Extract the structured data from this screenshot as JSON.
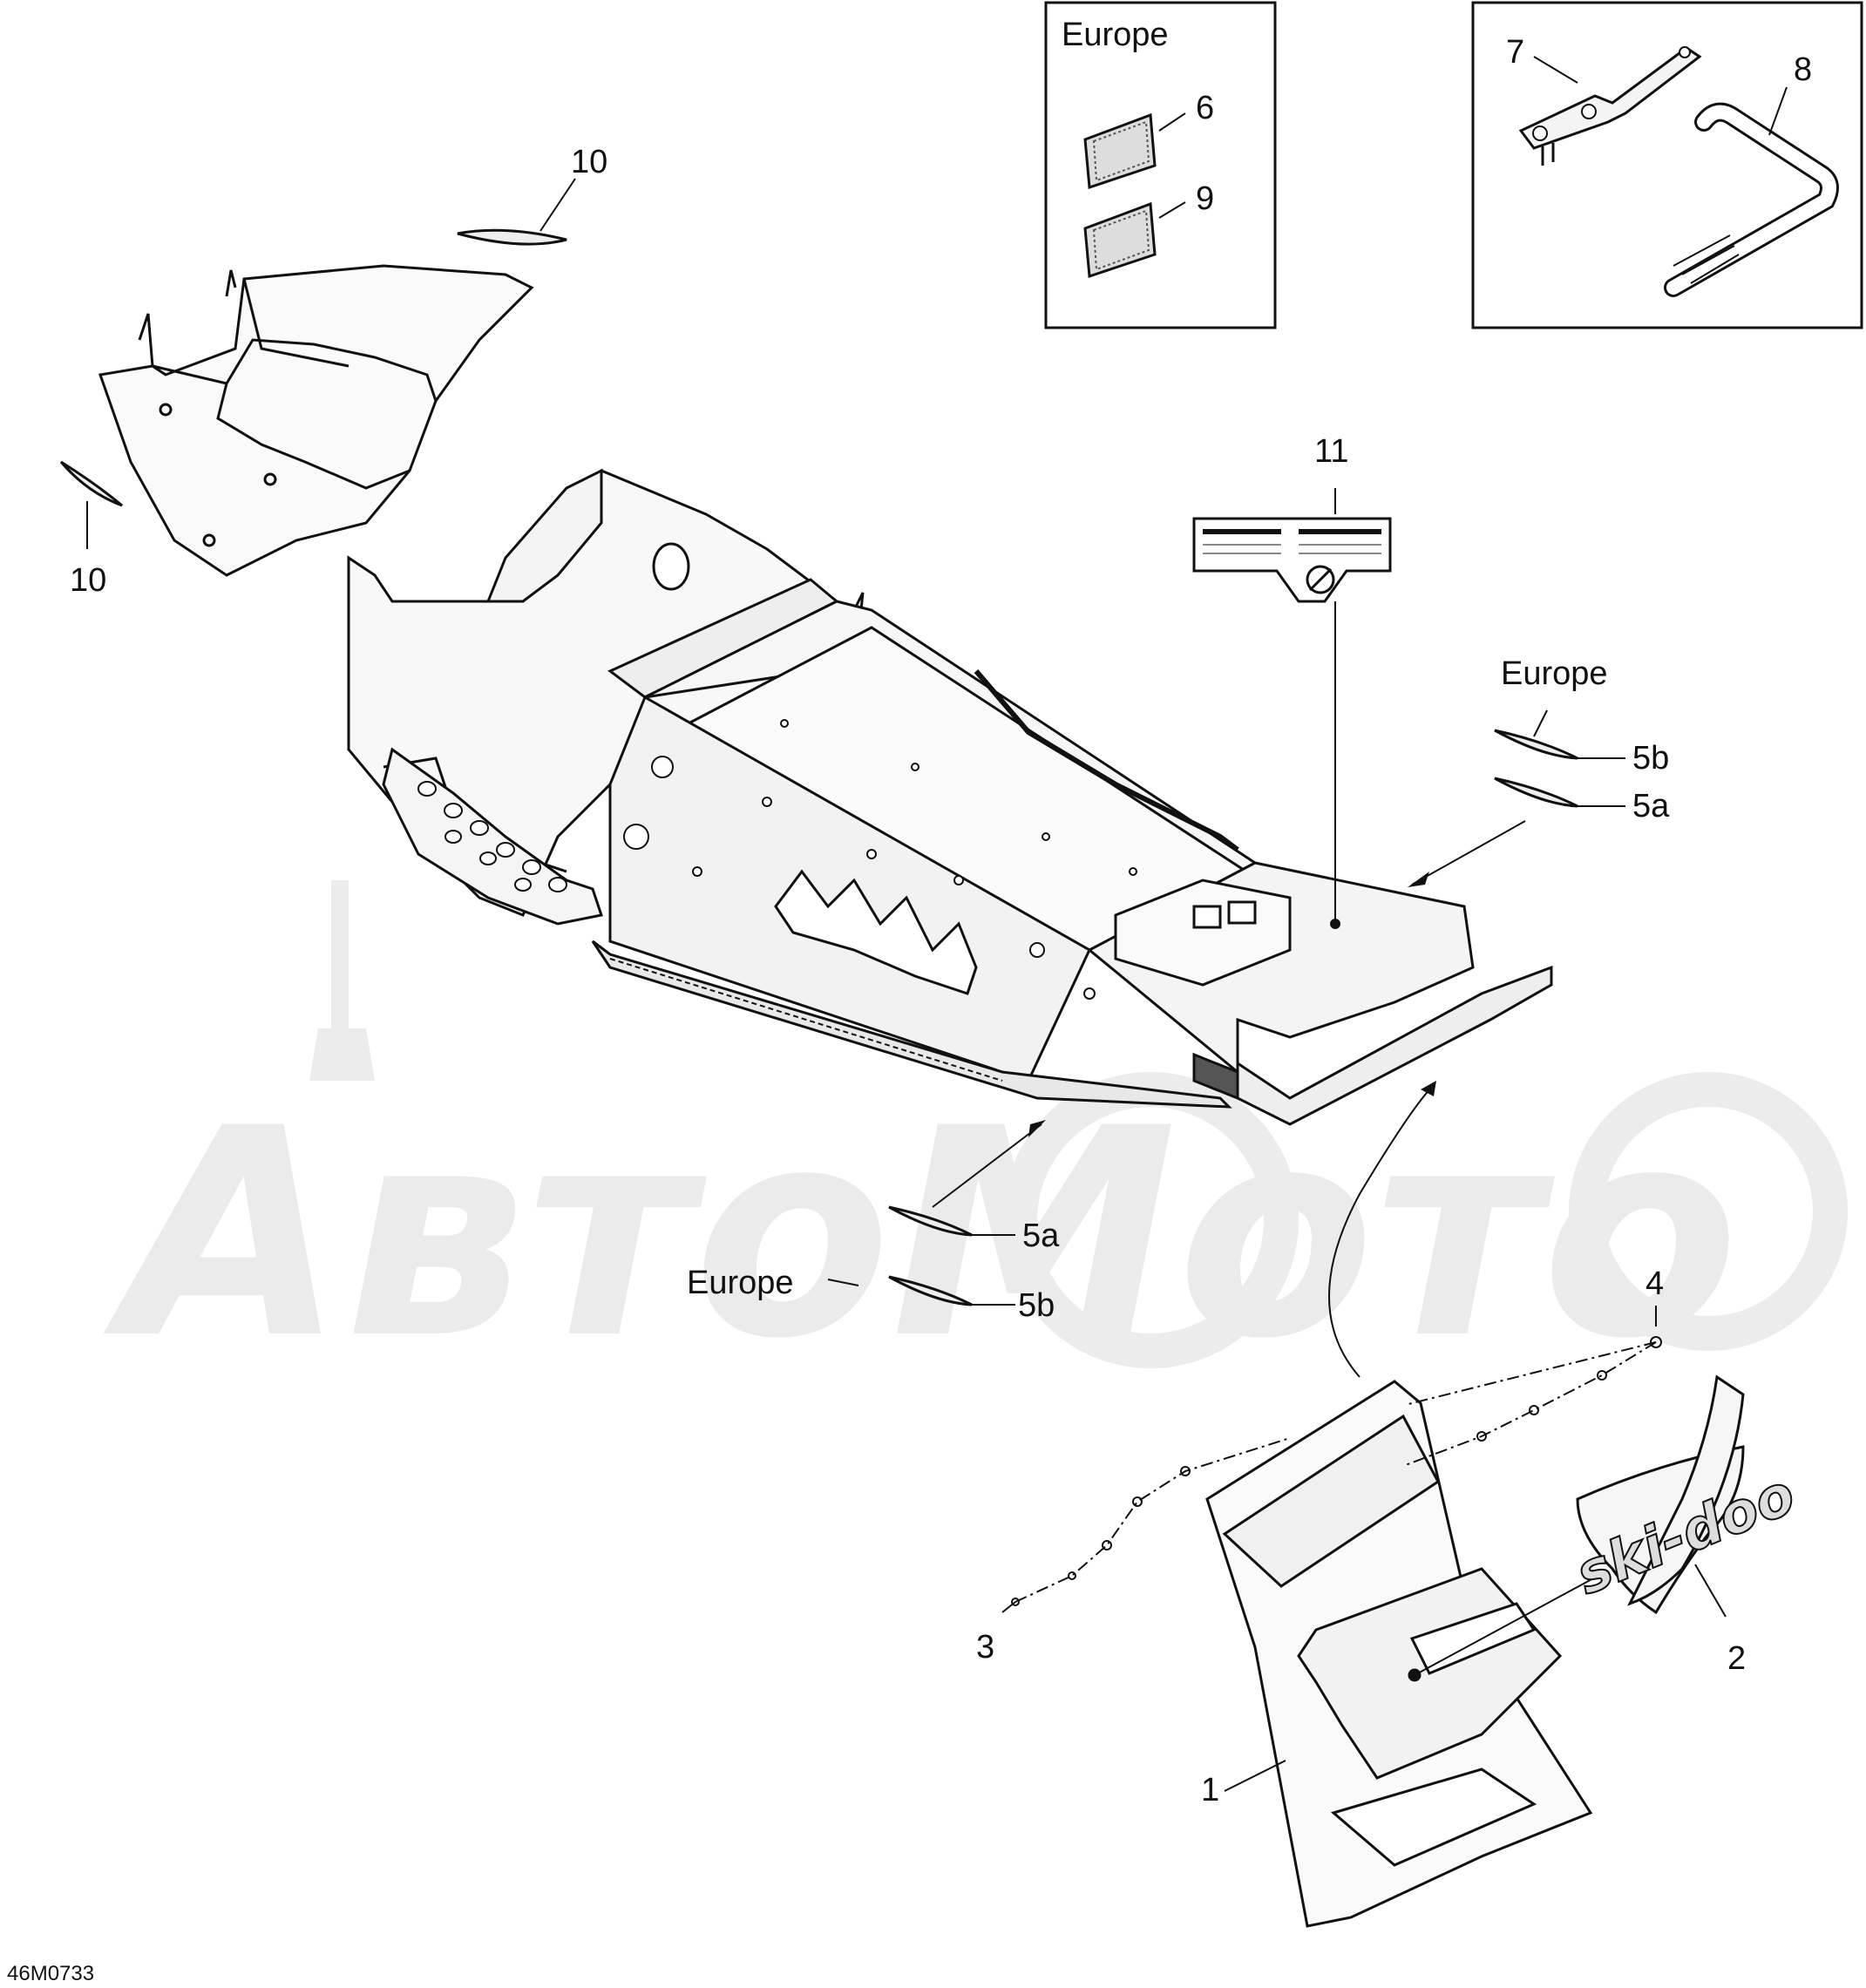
{
  "diagram_code": "46M0733",
  "watermark_text": "АвтоМото",
  "regions": {
    "europe_box": "Europe",
    "europe_rear": "Europe",
    "europe_side": "Europe"
  },
  "callouts": {
    "c1": "1",
    "c2": "2",
    "c3": "3",
    "c4": "4",
    "c5a_rear": "5a",
    "c5b_rear": "5b",
    "c5a_side": "5a",
    "c5b_side": "5b",
    "c6": "6",
    "c7": "7",
    "c8": "8",
    "c9": "9",
    "c10_top": "10",
    "c10_left": "10",
    "c11": "11"
  },
  "logo_text": "ski-doo",
  "colors": {
    "line": "#111111",
    "watermark": "#e6e6e6",
    "fill_light": "#f4f4f4"
  }
}
